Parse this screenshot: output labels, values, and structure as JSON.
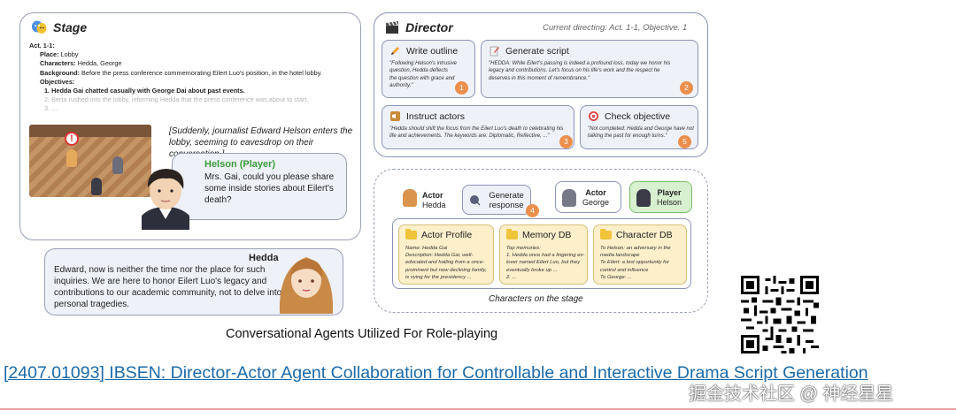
{
  "stage": {
    "title": "Stage",
    "act": "Act. 1-1:",
    "place_label": "Place:",
    "place": " Lobby",
    "characters_label": "Characters:",
    "characters": " Hedda, George",
    "background_label": "Background:",
    "background": " Before the press conference commemorating Eilert Luo's position, in the hotel lobby.",
    "objectives_label": "Objectives:",
    "objective_1": "1. Hedda Gai chatted casually with George Dai about past events.",
    "objective_2": "2. Berta rushed into the lobby, informing Hedda that the press conference was about to start.",
    "objective_3": "3. ....",
    "narration": "[Suddenly, journalist Edward Helson enters the lobby, seeming to eavesdrop on their conversation.]"
  },
  "helson": {
    "name": "Helson (Player)",
    "line": "Mrs. Gai, could you please share some inside stories about Eilert's death?"
  },
  "hedda": {
    "name": "Hedda",
    "line": "Edward, now is neither the time nor the place for such inquiries. We are here to honor Eilert Luo's legacy and contributions to our academic community, not to delve into personal tragedies."
  },
  "caption": "Conversational Agents Utilized For Role-playing",
  "director": {
    "title": "Director",
    "status": "Current directing: Act. 1-1, Objective. 1",
    "tasks": [
      {
        "label": "Write outline",
        "num": "1",
        "body": "\"Following Helson's intrusive question, Hedda deflects the question with grace and authority.\""
      },
      {
        "label": "Generate script",
        "num": "2",
        "body": "\"HEDDA: While Eilert's passing is indeed a profound loss, today we honor his legacy and contributions. Let's focus on his life's work and the respect he deserves in this moment of remembrance.\""
      },
      {
        "label": "Instruct actors",
        "num": "3",
        "body": "\"Hedda should shift the focus from the Eilert Luo's death to celebrating his life and achievements. The keywords are: Diplomatic, Reflective, ...\""
      },
      {
        "label": "Check objective",
        "num": "5",
        "body": "\"Not completed: Hedda and George have not talking the past for enough turns.\""
      }
    ]
  },
  "actors": {
    "hedda_role": "Actor",
    "hedda_name": "Hedda",
    "generate": "Generate response",
    "generate_num": "4",
    "george_role": "Actor",
    "george_name": "George",
    "player_role": "Player",
    "player_name": "Helson",
    "profile": {
      "title": "Actor Profile",
      "body": "Name: Hedda Gai\nDescription: Hedda Gai, well-educated and hailing from a once-prominent but now declining family, is vying for the presidency ..."
    },
    "memory": {
      "title": "Memory DB",
      "body": "Top memories:\n1. Hedda once had a lingering ex-lover named Eilert Luo, but they eventually broke up ...\n2. ..."
    },
    "character": {
      "title": "Character DB",
      "body": "To Helson: an adversary in the media landscape\nTo Eilert: a lost opportunity for control and influence\nTo George: ..."
    },
    "caption": "Characters on the stage"
  },
  "paper": {
    "title": "[2407.01093] IBSEN: Director-Actor Agent Collaboration for Controllable and Interactive Drama Script Generation"
  },
  "watermark": "掘金技术社区 @ 神经星星",
  "colors": {
    "accent_orange": "#ec8f4c",
    "panel_blue": "#eef1f8",
    "db_yellow": "#fcefc9",
    "player_green": "#3a9b3a",
    "link_blue": "#1b6aa8"
  }
}
